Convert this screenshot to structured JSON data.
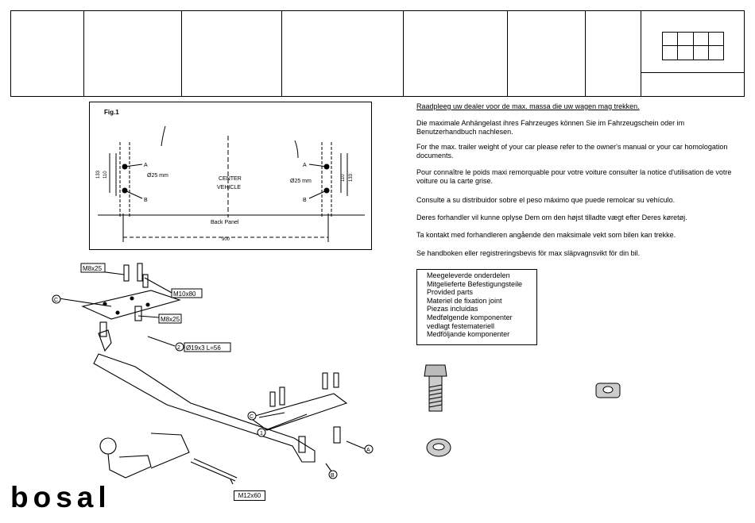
{
  "figure": {
    "title": "Fig.1",
    "label_a": "A",
    "label_b": "B",
    "dia_left": "Ø25 mm",
    "dia_right": "Ø25 mm",
    "center_line1": "CENTER",
    "center_line2": "VEHICLE",
    "back_panel": "Back Panel",
    "width": "900",
    "dim_110": "110",
    "dim_133": "133"
  },
  "assembly": {
    "callout_m8_top": "M8x25",
    "callout_m10": "M10x80",
    "callout_m8_mid": "M8x25",
    "callout_spacer": "Ø19x3 L=56",
    "callout_m12": "M12x60",
    "ref_c": "C",
    "ref_c2": "C",
    "ref_2": "2",
    "ref_1": "1",
    "ref_a": "A",
    "ref_b": "B"
  },
  "instructions": [
    "Raadpleeg uw dealer voor de max. massa die uw wagen mag trekken.",
    "Die maximale Anhängelast ihres Fahrzeuges können Sie im Fahrzeugschein oder im Benutzerhandbuch  nachlesen.",
    "For the max. trailer weight of your car please refer to the owner's manual or your car homologation documents.",
    "Pour connaître le poids maxi remorquable pour votre voiture consulter la notice d'utilisation de votre voiture  ou la carte grise.",
    "Consulte a su distribuidor sobre el peso máximo que puede remolcar su vehículo.",
    "Deres forhandler vil kunne oplyse Dem om den højst tilladte vægt efter Deres køretøj.",
    "Ta kontakt med forhandleren angående den maksimale vekt som bilen kan trekke.",
    "Se handboken eller registreringsbevis för max släpvagnsvikt för din bil."
  ],
  "parts": [
    "Meegeleverde onderdelen",
    "Mitgelieferte  Befestigungsteile",
    "Provided  parts",
    "Materiel de fixation joint",
    "Piezas incluidas",
    "Medfølgende komponenter",
    "vedlagt festemateriell",
    "Medföljande komponenter"
  ],
  "brand": "bosal"
}
